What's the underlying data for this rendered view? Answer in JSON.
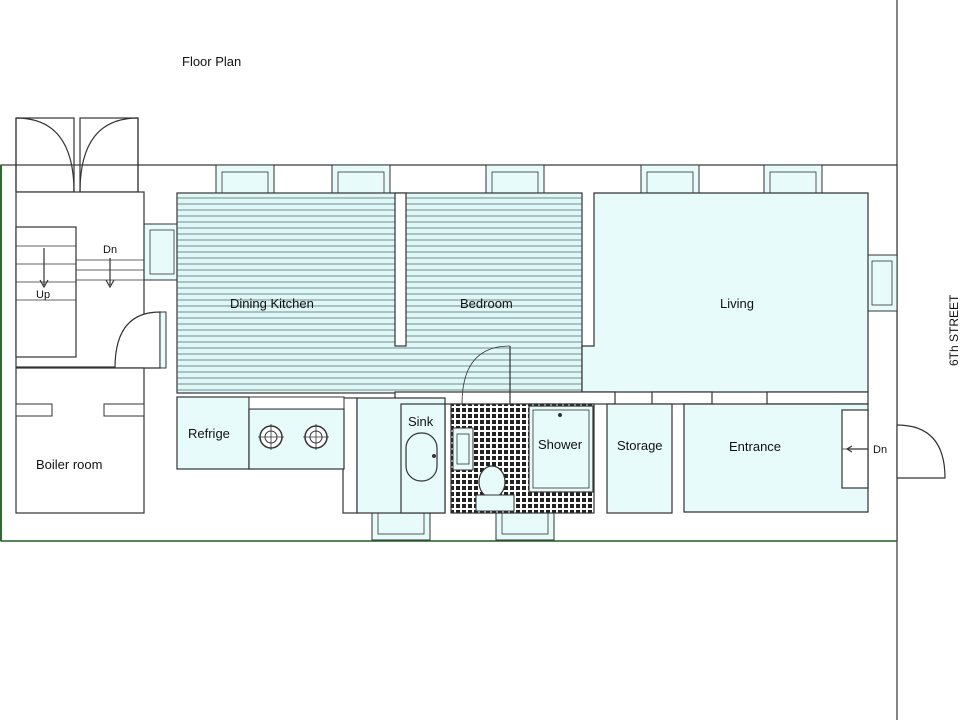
{
  "title": "Floor Plan",
  "street_label": "6Th STREET",
  "colors": {
    "room_fill": "#e8fbfb",
    "wood_fill": "#e0f7f7",
    "wood_lines": "#4a6a6a",
    "wall": "#333333",
    "outline_green": "#2f6b2f",
    "background": "#ffffff"
  },
  "rooms": {
    "dining_kitchen": "Dining Kitchen",
    "bedroom": "Bedroom",
    "living": "Living",
    "refrige": "Refrige",
    "sink": "Sink",
    "shower": "Shower",
    "storage": "Storage",
    "entrance": "Entrance",
    "boiler_room": "Boiler room"
  },
  "stairs": {
    "up_label": "Up",
    "dn_label": "Dn",
    "entrance_dn_label": "Dn"
  }
}
